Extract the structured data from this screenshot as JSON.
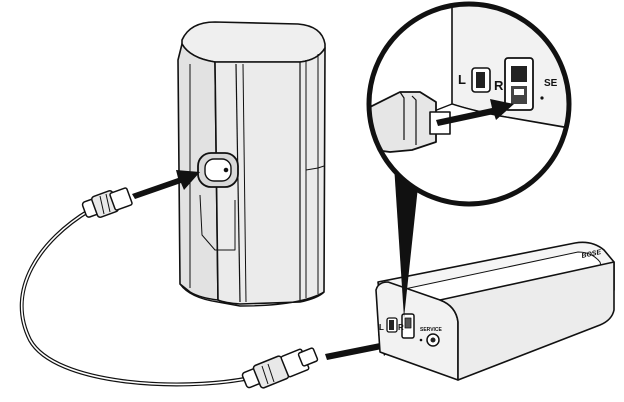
{
  "box": {
    "brand": "BOSE",
    "switch_left": "L",
    "switch_right": "R",
    "service_label": "SERVICE"
  },
  "callout": {
    "switch_left": "L",
    "switch_right": "R",
    "service_label_partial": "SE"
  },
  "colors": {
    "line": "#111111",
    "speaker_body": "#e4e4e4",
    "arrow": "#111111"
  }
}
